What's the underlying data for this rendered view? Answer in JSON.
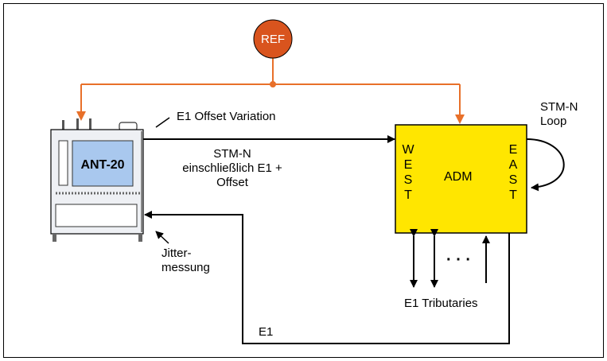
{
  "ref": {
    "label": "REF"
  },
  "tester": {
    "label": "ANT-20"
  },
  "adm": {
    "label": "ADM",
    "west_letters": [
      "W",
      "E",
      "S",
      "T"
    ],
    "east_letters": [
      "E",
      "A",
      "S",
      "T"
    ]
  },
  "labels": {
    "offset_variation": "E1 Offset Variation",
    "stm_n_line1": "STM-N",
    "stm_n_line2": "einschließlich E1 +",
    "stm_n_line3": "Offset",
    "loop_line1": "STM-N",
    "loop_line2": "Loop",
    "jitter_line1": "Jitter-",
    "jitter_line2": "messung",
    "tributaries": "E1 Tributaries",
    "e1_return": "E1",
    "dots": "· · ·"
  },
  "colors": {
    "ref_fill": "#d9541e",
    "ref_line": "#e8702a",
    "adm_fill": "#ffe600",
    "screen_fill": "#a9c8ee",
    "tester_body": "#eef0f4"
  }
}
